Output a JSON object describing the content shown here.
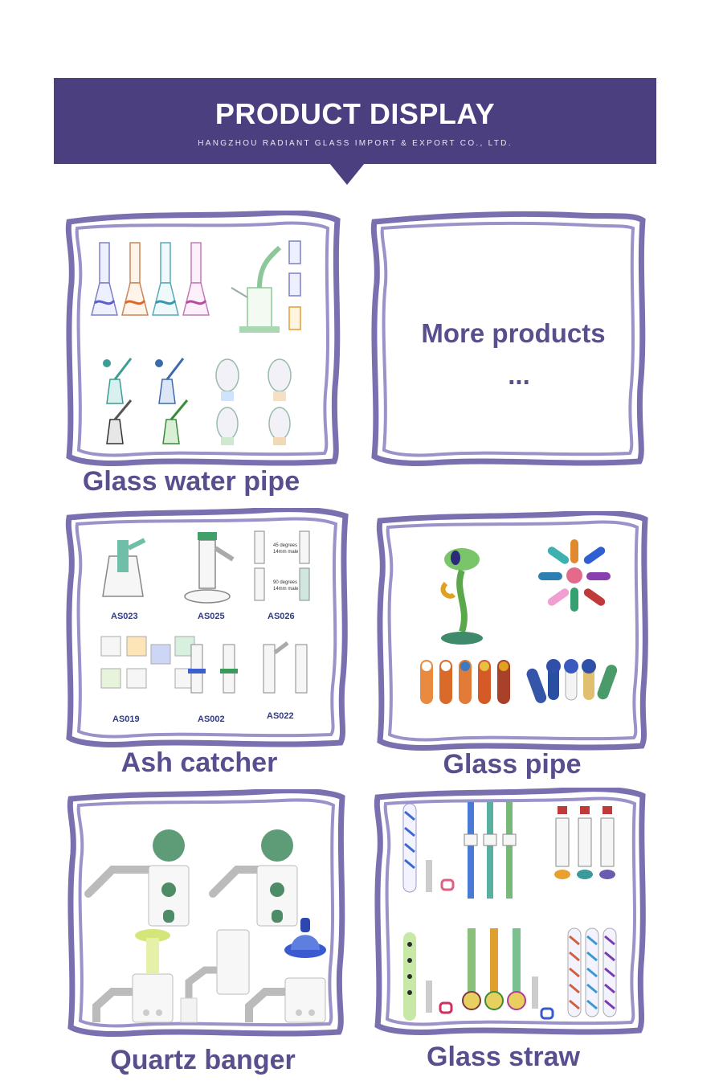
{
  "header": {
    "title": "PRODUCT DISPLAY",
    "company": "HANGZHOU RADIANT GLASS IMPORT & EXPORT CO., LTD."
  },
  "colors": {
    "accent": "#4b3f80",
    "frame": "#7a70b0",
    "label": "#5a4f8e"
  },
  "categories": [
    {
      "label": "Glass water pipe"
    },
    {
      "label": "More products",
      "ellipsis": "..."
    },
    {
      "label": "Ash catcher",
      "codes": [
        "AS023",
        "AS025",
        "AS026",
        "AS019",
        "AS002",
        "AS022"
      ],
      "notes": [
        "45 degrees",
        "14mm male",
        "90 degrees",
        "14mm male"
      ]
    },
    {
      "label": "Glass pipe"
    },
    {
      "label": "Quartz banger"
    },
    {
      "label": "Glass straw"
    }
  ]
}
